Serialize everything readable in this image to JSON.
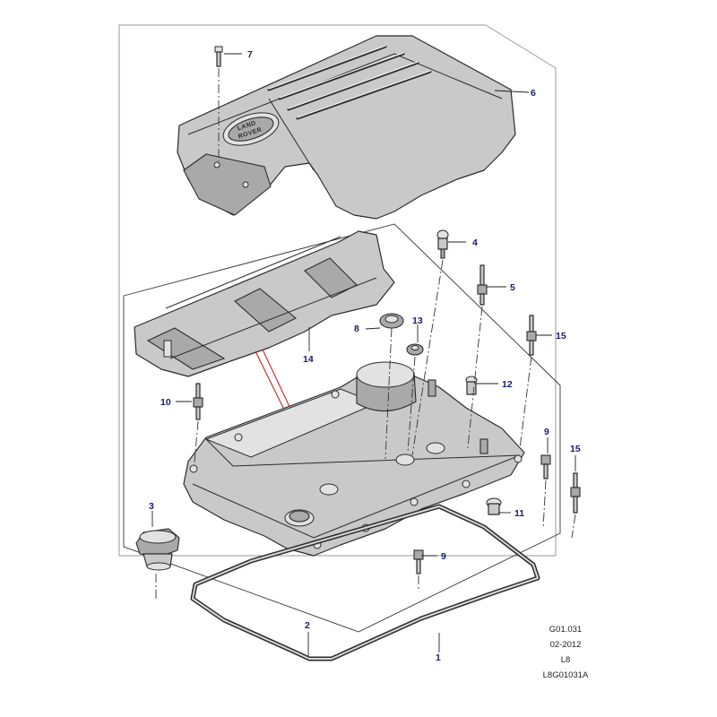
{
  "callouts": [
    {
      "id": "c7",
      "label": "7"
    },
    {
      "id": "c6",
      "label": "6"
    },
    {
      "id": "c4",
      "label": "4"
    },
    {
      "id": "c5",
      "label": "5"
    },
    {
      "id": "c8",
      "label": "8"
    },
    {
      "id": "c13",
      "label": "13"
    },
    {
      "id": "c15a",
      "label": "15"
    },
    {
      "id": "c14",
      "label": "14"
    },
    {
      "id": "c12",
      "label": "12"
    },
    {
      "id": "c10",
      "label": "10"
    },
    {
      "id": "c9a",
      "label": "9"
    },
    {
      "id": "c15b",
      "label": "15"
    },
    {
      "id": "c3",
      "label": "3"
    },
    {
      "id": "c11",
      "label": "11"
    },
    {
      "id": "c9b",
      "label": "9"
    },
    {
      "id": "c2",
      "label": "2"
    },
    {
      "id": "c1",
      "label": "1"
    }
  ],
  "logo": {
    "line1": "LAND",
    "line2": "ROVER"
  },
  "reference": {
    "group": "G01.031",
    "date": "02-2012",
    "model": "L8",
    "illustration": "L8G01031A"
  },
  "colors": {
    "callout": "#1a1a6e",
    "centerline": "#d02020"
  }
}
